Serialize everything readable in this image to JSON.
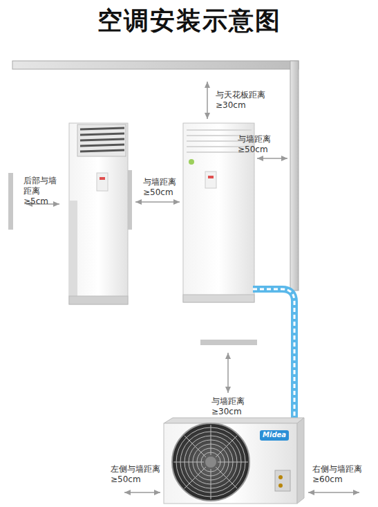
{
  "diagram": {
    "title": "空调安装示意图",
    "labels": [
      "与天花板距离 ≥30cm",
      "与墙距离 ≥50cm",
      "后部与墙 距离≥5cm",
      "与墙距离 ≥50cm",
      "与墙距离 ≥30cm",
      "Midea",
      "左侧与墙距离 ≥50cm",
      "右侧与墙距离 ≥60cm"
    ]
  }
}
